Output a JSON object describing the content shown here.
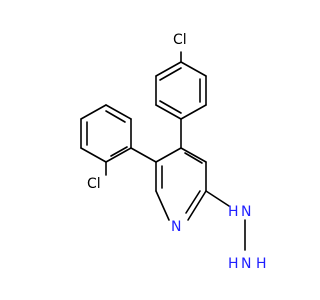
{
  "molecule": {
    "atoms": {
      "cl_top": "Cl",
      "cl_left": "Cl",
      "n_ring": "N",
      "nh": "H",
      "nh_n": "N",
      "nh2_h": "H",
      "nh2_n": "N",
      "nh2_h2": "H"
    }
  }
}
